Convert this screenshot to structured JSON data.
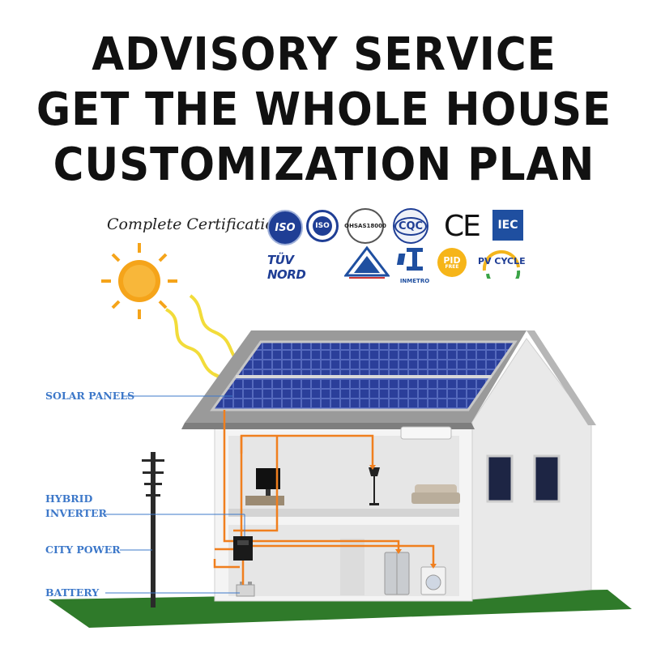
{
  "headline": {
    "line1": "ADVISORY SERVICE",
    "line2": "GET THE WHOLE HOUSE",
    "line3": "CUSTOMIZATION PLAN"
  },
  "certification": {
    "label": "Complete Certification",
    "badges": {
      "iso_text": "ISO",
      "iso2_text": "ISO",
      "ohsas_text": "OHSAS18000",
      "cqc_text": "CQC",
      "ce_text": "CE",
      "iec_text": "IEC",
      "tuv_text": "TÜV NORD",
      "inmetro_text": "INMETRO",
      "pid_text": "PID",
      "pid_sub": "FREE",
      "pvcycle_text": "PV CYCLE"
    }
  },
  "diagram": {
    "labels": {
      "solar_panels": "SOLAR PANELS",
      "hybrid": "HYBRID",
      "inverter": "INVERTER",
      "city_power": "CITY POWER",
      "battery": "BATTERY"
    },
    "colors": {
      "wire": "#f07f1e",
      "callout": "#3d78c9",
      "panel": "#2b3f9a",
      "grass": "#2f7a2a",
      "sun": "#f5a41a"
    }
  }
}
